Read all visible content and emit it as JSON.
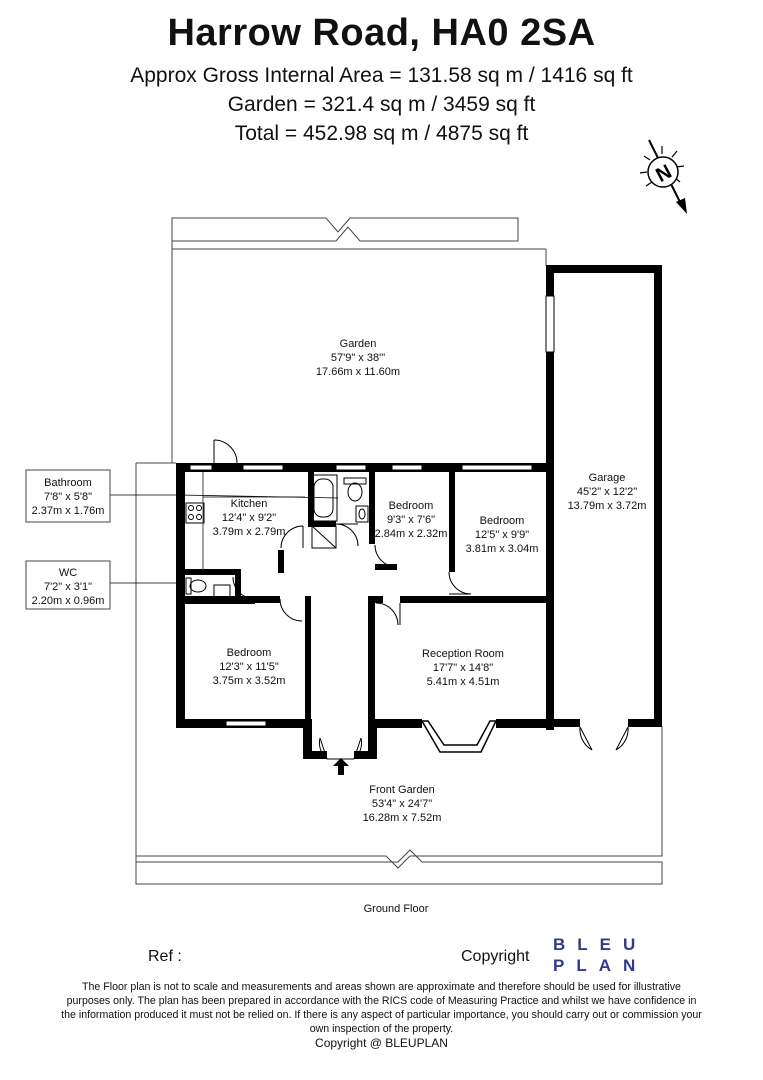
{
  "header": {
    "title": "Harrow Road, HA0 2SA",
    "gross_internal_area": "Approx Gross Internal Area = 131.58 sq m / 1416 sq ft",
    "garden_area": "Garden = 321.4 sq m / 3459 sq ft",
    "total_area": "Total = 452.98 sq m / 4875 sq ft"
  },
  "compass": {
    "letter": "N",
    "icon": "north-arrow-icon"
  },
  "rooms": {
    "garden": {
      "name": "Garden",
      "imperial": "57'9\" x 38'\"",
      "metric": "17.66m x 11.60m"
    },
    "garage": {
      "name": "Garage",
      "imperial": "45'2\" x 12'2\"",
      "metric": "13.79m x 3.72m"
    },
    "kitchen": {
      "name": "Kitchen",
      "imperial": "12'4\" x 9'2\"",
      "metric": "3.79m x 2.79m"
    },
    "bedroom_small": {
      "name": "Bedroom",
      "imperial": "9'3\" x 7'6\"",
      "metric": "2.84m x 2.32m"
    },
    "bedroom_rear": {
      "name": "Bedroom",
      "imperial": "12'5\" x 9'9\"",
      "metric": "3.81m x 3.04m"
    },
    "bedroom_front": {
      "name": "Bedroom",
      "imperial": "12'3\" x 11'5\"",
      "metric": "3.75m x 3.52m"
    },
    "reception": {
      "name": "Reception Room",
      "imperial": "17'7\" x 14'8\"",
      "metric": "5.41m x 4.51m"
    },
    "front_garden": {
      "name": "Front Garden",
      "imperial": "53'4\" x 24'7\"",
      "metric": "16.28m x 7.52m"
    },
    "bathroom": {
      "name": "Bathroom",
      "imperial": "7'8\" x 5'8\"",
      "metric": "2.37m x 1.76m"
    },
    "wc": {
      "name": "WC",
      "imperial": "7'2\" x 3'1\"",
      "metric": "2.20m x 0.96m"
    }
  },
  "floor_label": "Ground Floor",
  "footer": {
    "ref_label": "Ref  :",
    "copyright_label": "Copyright",
    "logo_line1": "BLEU",
    "logo_line2": "PLAN",
    "disclaimer": "The Floor plan is not to scale and measurements and areas shown are approximate and therefore should be used for illustrative purposes only. The plan has been prepared in accordance with the RICS code of Measuring Practice and whilst we have confidence in the information produced it must not be relied on. If there is any aspect of particular importance, you should carry out or commission your own inspection of the property.",
    "credit": "Copyright @ BLEUPLAN"
  },
  "colors": {
    "wall": "#000000",
    "outline": "#444444",
    "logo": "#2e3a8c"
  }
}
